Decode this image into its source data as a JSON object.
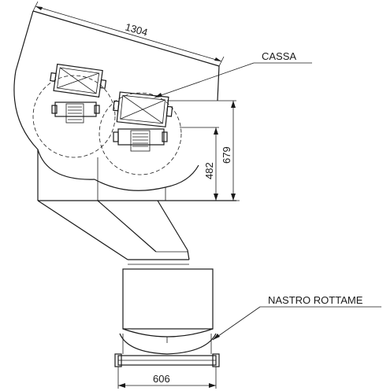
{
  "labels": {
    "cassa": "CASSA",
    "nastro_rottame": "NASTRO ROTTAME"
  },
  "dimensions": {
    "top_length": "1304",
    "height_outer": "679",
    "height_inner": "482",
    "bottom_width": "606"
  },
  "colors": {
    "line": "#1a1a1a",
    "background": "#ffffff"
  }
}
